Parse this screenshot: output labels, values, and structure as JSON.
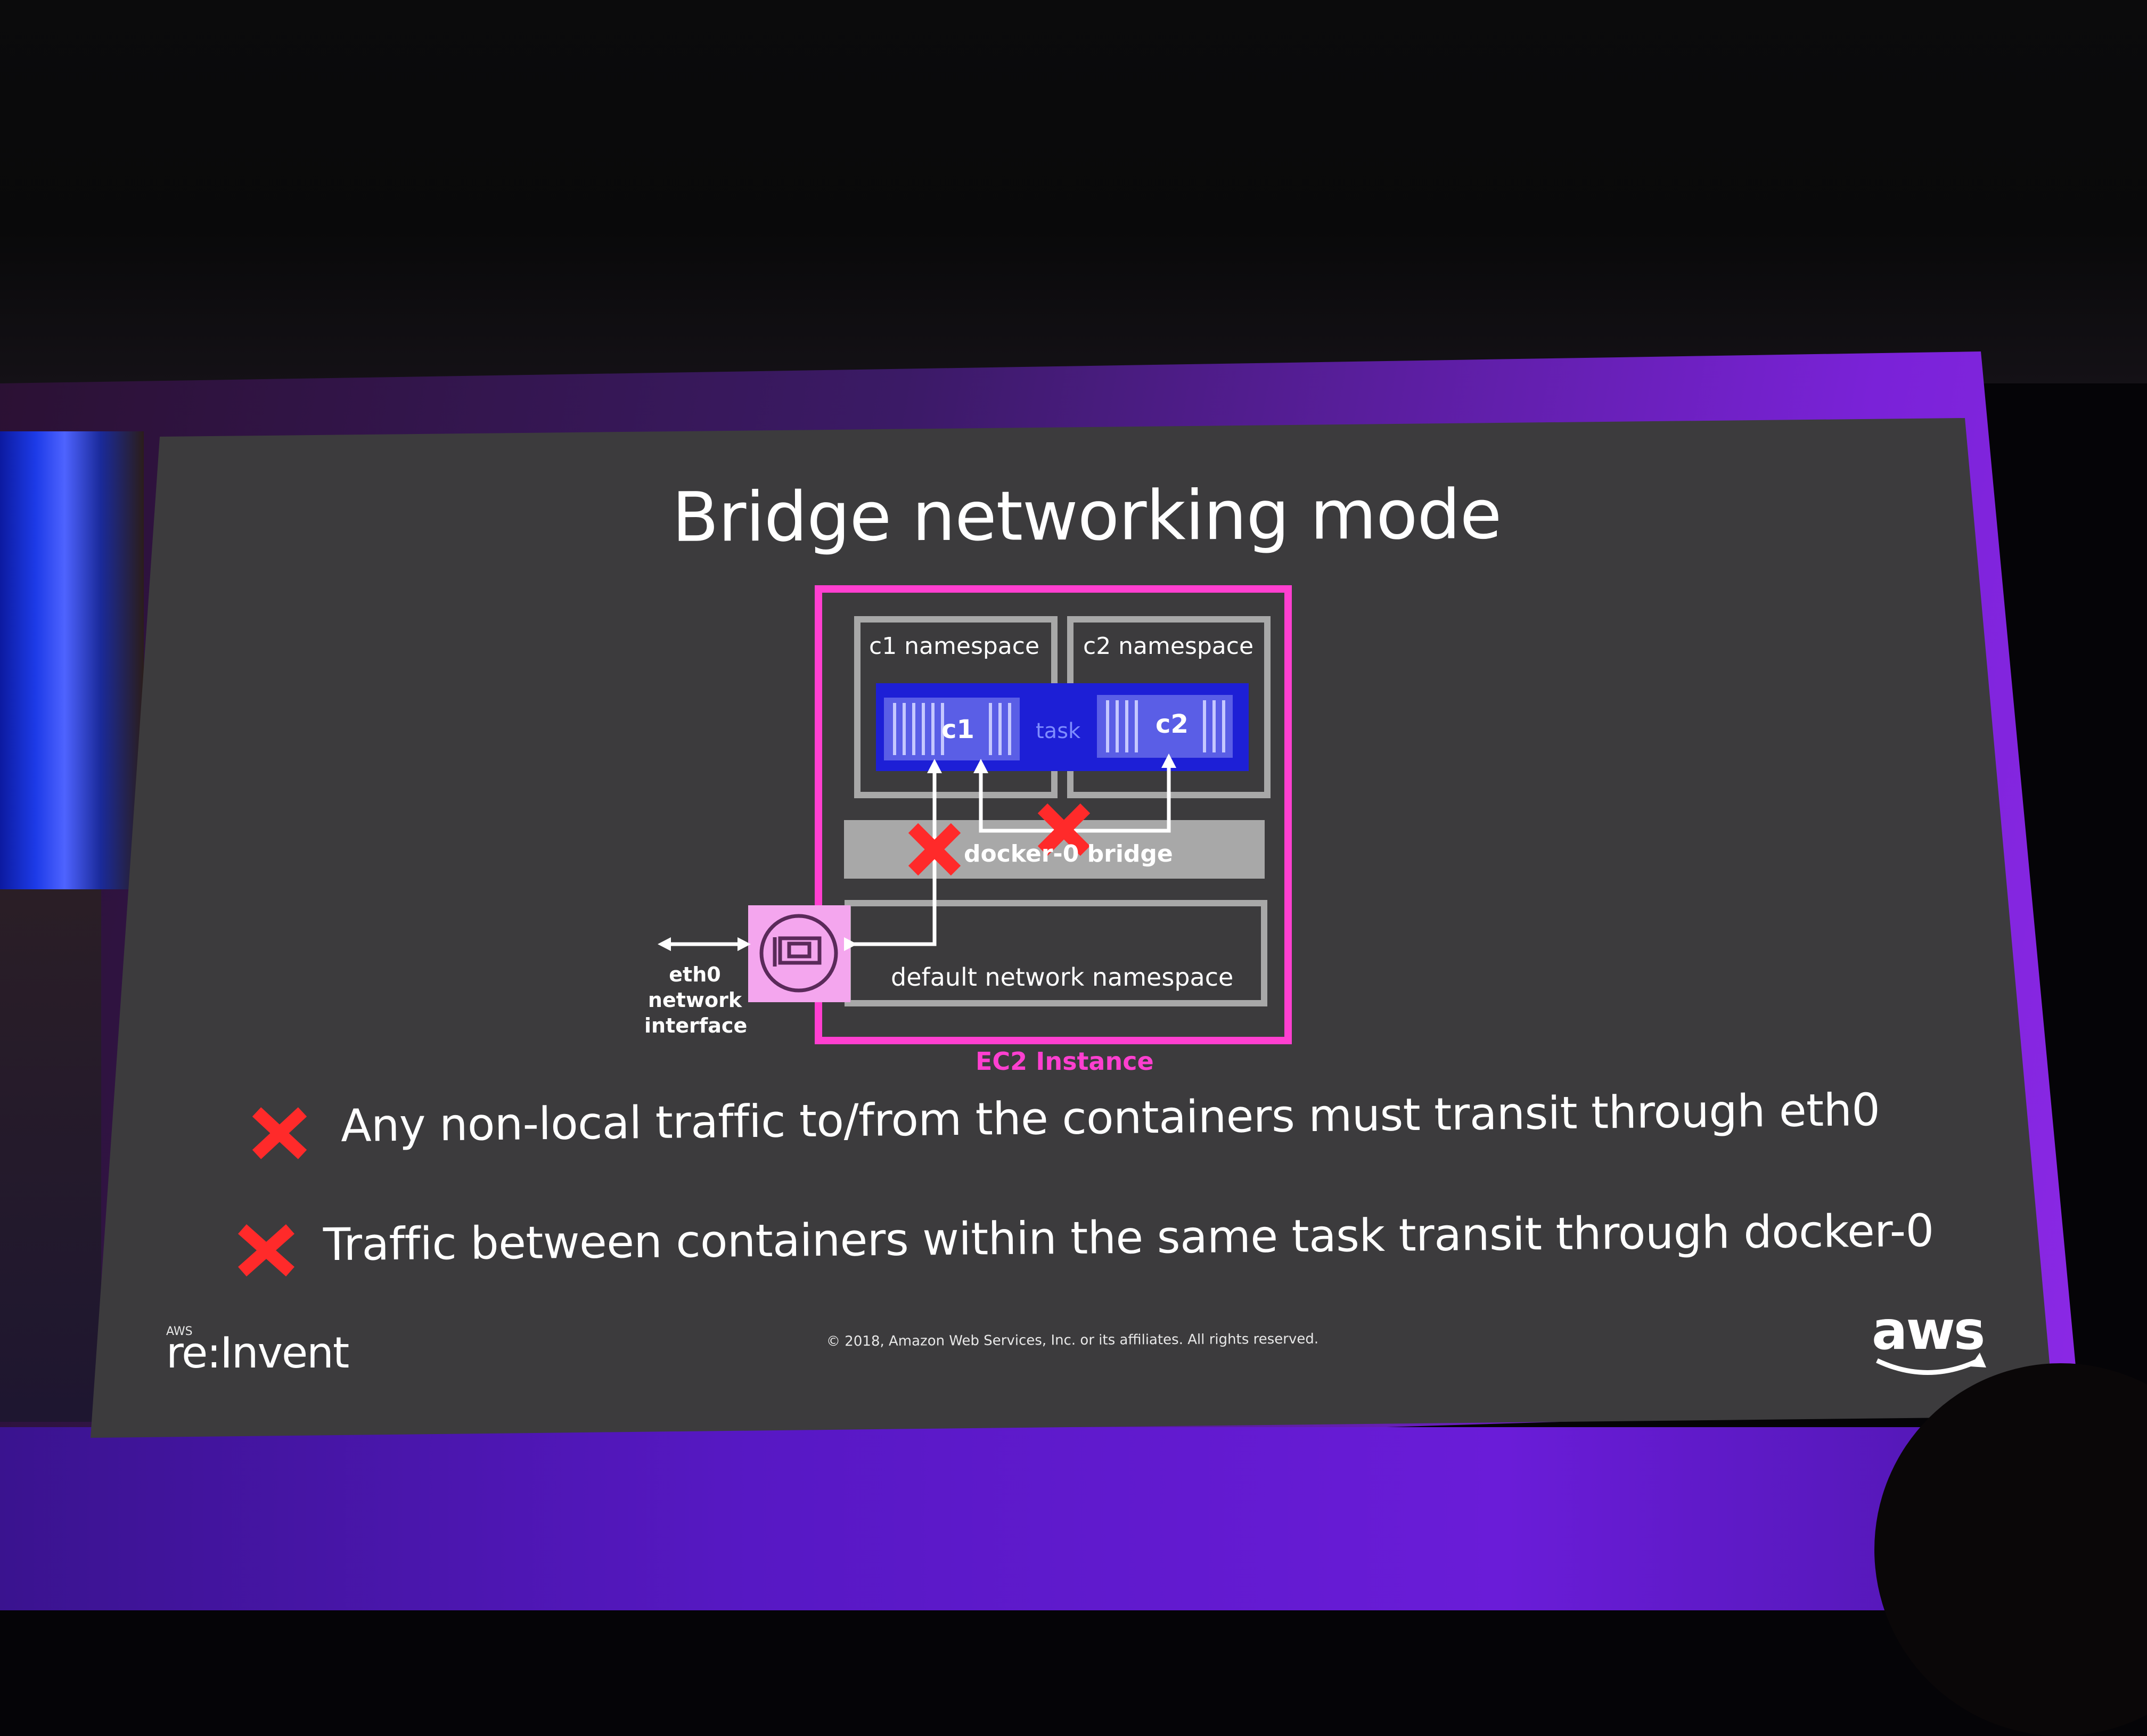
{
  "slide": {
    "title": "Bridge networking mode",
    "diagram": {
      "c1_namespace": "c1 namespace",
      "c2_namespace": "c2 namespace",
      "container_1": "c1",
      "container_2": "c2",
      "task": "task",
      "bridge": "docker-0 bridge",
      "default_namespace": "default network namespace",
      "eth0_label": "eth0\nnetwork\ninterface",
      "instance_label": "EC2 Instance",
      "network-interface-icon": "network-interface-icon"
    },
    "bullets": [
      "Any non-local traffic to/from the containers must transit through eth0",
      "Traffic between containers within the same task transit through docker-0"
    ],
    "footer": {
      "event_small": "AWS",
      "event_logo": "re:Invent",
      "copyright": "© 2018, Amazon Web Services, Inc. or its affiliates. All rights reserved.",
      "brand": "aws"
    },
    "colors": {
      "slide_bg": "#3c3b3d",
      "instance_border": "#ff3fd0",
      "task_blue": "#1d1fd6",
      "bridge_gray": "#a8a8a8",
      "cross_red": "#ff2a2a",
      "eni_pink": "#f4a6ee"
    }
  }
}
